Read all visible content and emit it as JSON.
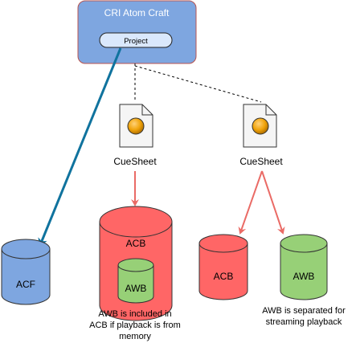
{
  "app": {
    "title": "CRI Atom Craft",
    "project_button": "Project"
  },
  "cuesheets": [
    {
      "label": "CueSheet",
      "icon": "file-icon"
    },
    {
      "label": "CueSheet",
      "icon": "file-icon"
    }
  ],
  "containers": {
    "acf": "ACF",
    "acb_memory": "ACB",
    "awb_embedded": "AWB",
    "acb_stream": "ACB",
    "awb_stream": "AWB"
  },
  "notes": {
    "memory": [
      "AWB is included in",
      "ACB if playback is from",
      "memory"
    ],
    "stream": [
      "AWB is separated for",
      "streaming playback"
    ]
  },
  "colors": {
    "app_fill": "#7ea6e0",
    "app_border": "#b85450",
    "blue_cylinder": "#7ea6e0",
    "red_cylinder": "#ff6666",
    "green_cylinder": "#97d077",
    "red_arrow": "#ea6b66",
    "blue_arrow": "#10739e",
    "file_fill": "#f5f5f5",
    "ball_fill": "#f0a30a"
  }
}
